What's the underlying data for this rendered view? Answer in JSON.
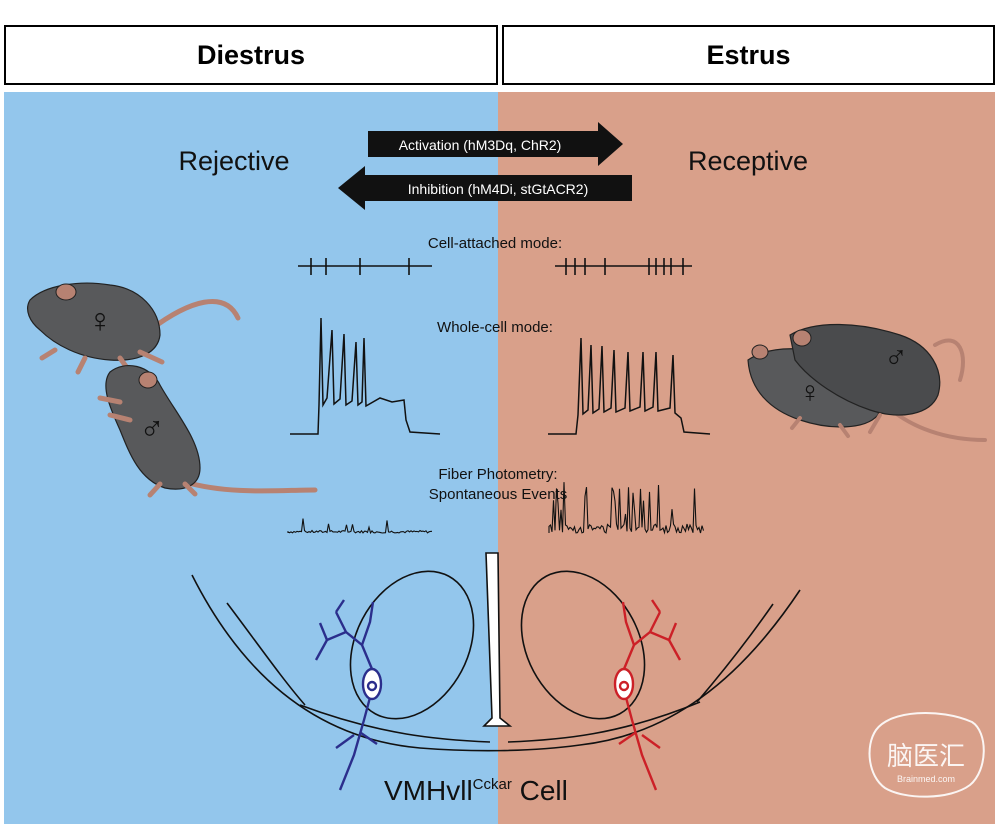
{
  "headers": {
    "left": "Diestrus",
    "right": "Estrus"
  },
  "states": {
    "left": "Rejective",
    "right": "Receptive"
  },
  "arrows": {
    "activation": "Activation (hM3Dq, ChR2)",
    "inhibition": "Inhibition (hM4Di, stGtACR2)"
  },
  "recordings": {
    "cell_attached": "Cell-attached mode:",
    "whole_cell": "Whole-cell mode:",
    "photometry_line1": "Fiber Photometry:",
    "photometry_line2": "Spontaneous Events"
  },
  "symbols": {
    "female": "♀",
    "male": "♂"
  },
  "cell_label": {
    "main": "VMHvll",
    "superscript": "Cckar",
    "suffix": " Cell"
  },
  "watermark": {
    "chinese": "脑医汇",
    "latin": "Brainmed.com"
  },
  "colors": {
    "diestrus_bg": "#93c6ec",
    "estrus_bg": "#d9a08a",
    "neuron_left": "#2b2e8c",
    "neuron_right": "#cc2027",
    "mouse_body": "#58595b",
    "mouse_limb": "#b78272"
  }
}
